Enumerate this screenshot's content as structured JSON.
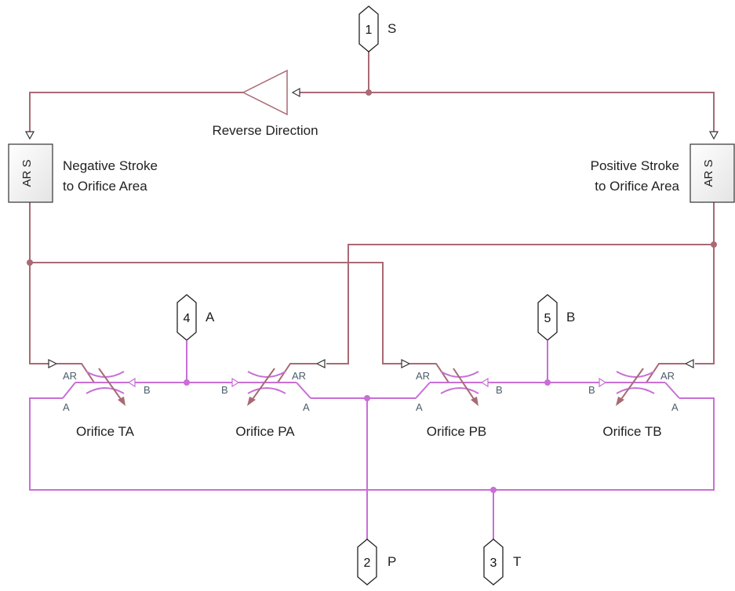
{
  "ports": {
    "s": {
      "number": "1",
      "name": "S"
    },
    "p": {
      "number": "2",
      "name": "P"
    },
    "t": {
      "number": "3",
      "name": "T"
    },
    "a": {
      "number": "4",
      "name": "A"
    },
    "b": {
      "number": "5",
      "name": "B"
    }
  },
  "blocks": {
    "reverse_direction": "Reverse Direction",
    "negative_stroke": {
      "line1": "Negative Stroke",
      "line2": "to Orifice Area",
      "icon_text": "AR S"
    },
    "positive_stroke": {
      "line1": "Positive Stroke",
      "line2": "to Orifice Area",
      "icon_text": "AR S"
    }
  },
  "orifices": {
    "ta": "Orifice TA",
    "pa": "Orifice PA",
    "pb": "Orifice PB",
    "tb": "Orifice TB"
  },
  "port_labels": {
    "ar": "AR",
    "a": "A",
    "b": "B"
  },
  "colors": {
    "signal_line": "#a86a74",
    "hydraulic_line": "#c86fd6",
    "block_fill": "#f0f0f0"
  }
}
